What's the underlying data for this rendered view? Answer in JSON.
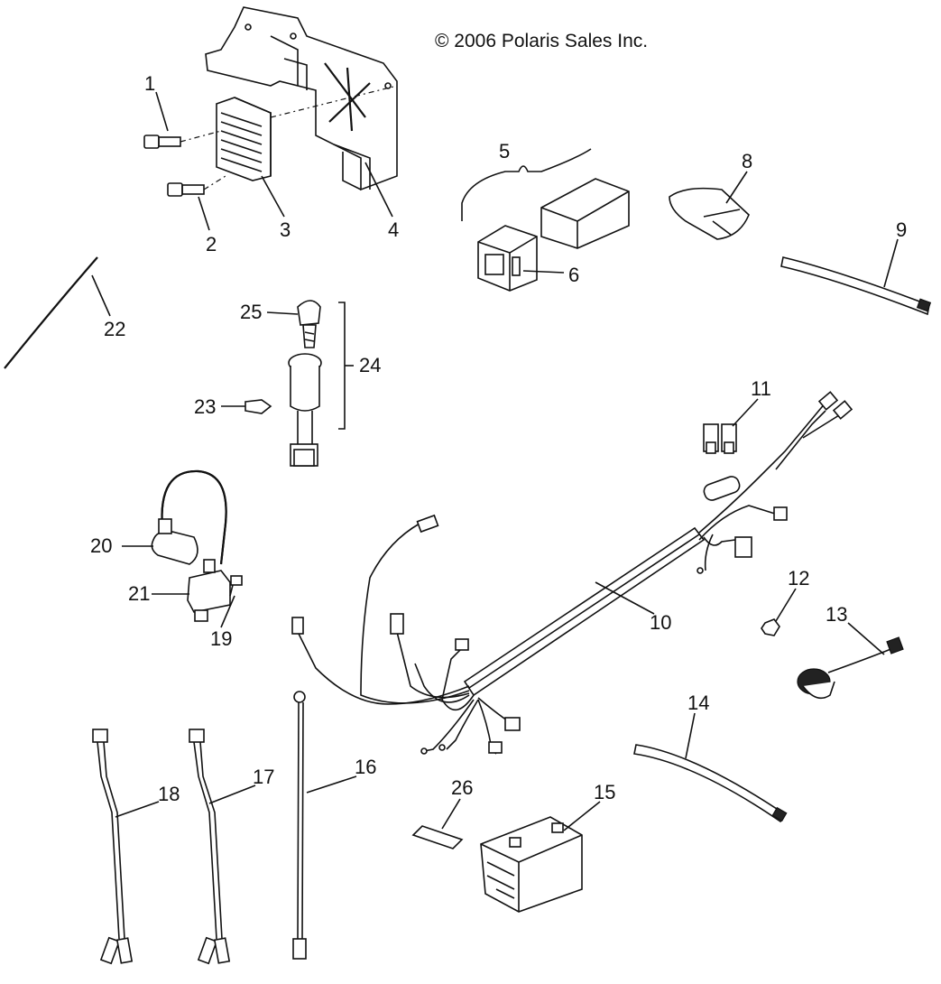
{
  "copyright": "© 2006 Polaris Sales Inc.",
  "callouts": {
    "c1": "1",
    "c2": "2",
    "c3": "3",
    "c4": "4",
    "c5": "5",
    "c6": "6",
    "c8": "8",
    "c9": "9",
    "c10": "10",
    "c11": "11",
    "c12": "12",
    "c13": "13",
    "c14": "14",
    "c15": "15",
    "c16": "16",
    "c17": "17",
    "c18": "18",
    "c19": "19",
    "c20": "20",
    "c21": "21",
    "c22": "22",
    "c23": "23",
    "c24": "24",
    "c25": "25",
    "c26": "26"
  }
}
